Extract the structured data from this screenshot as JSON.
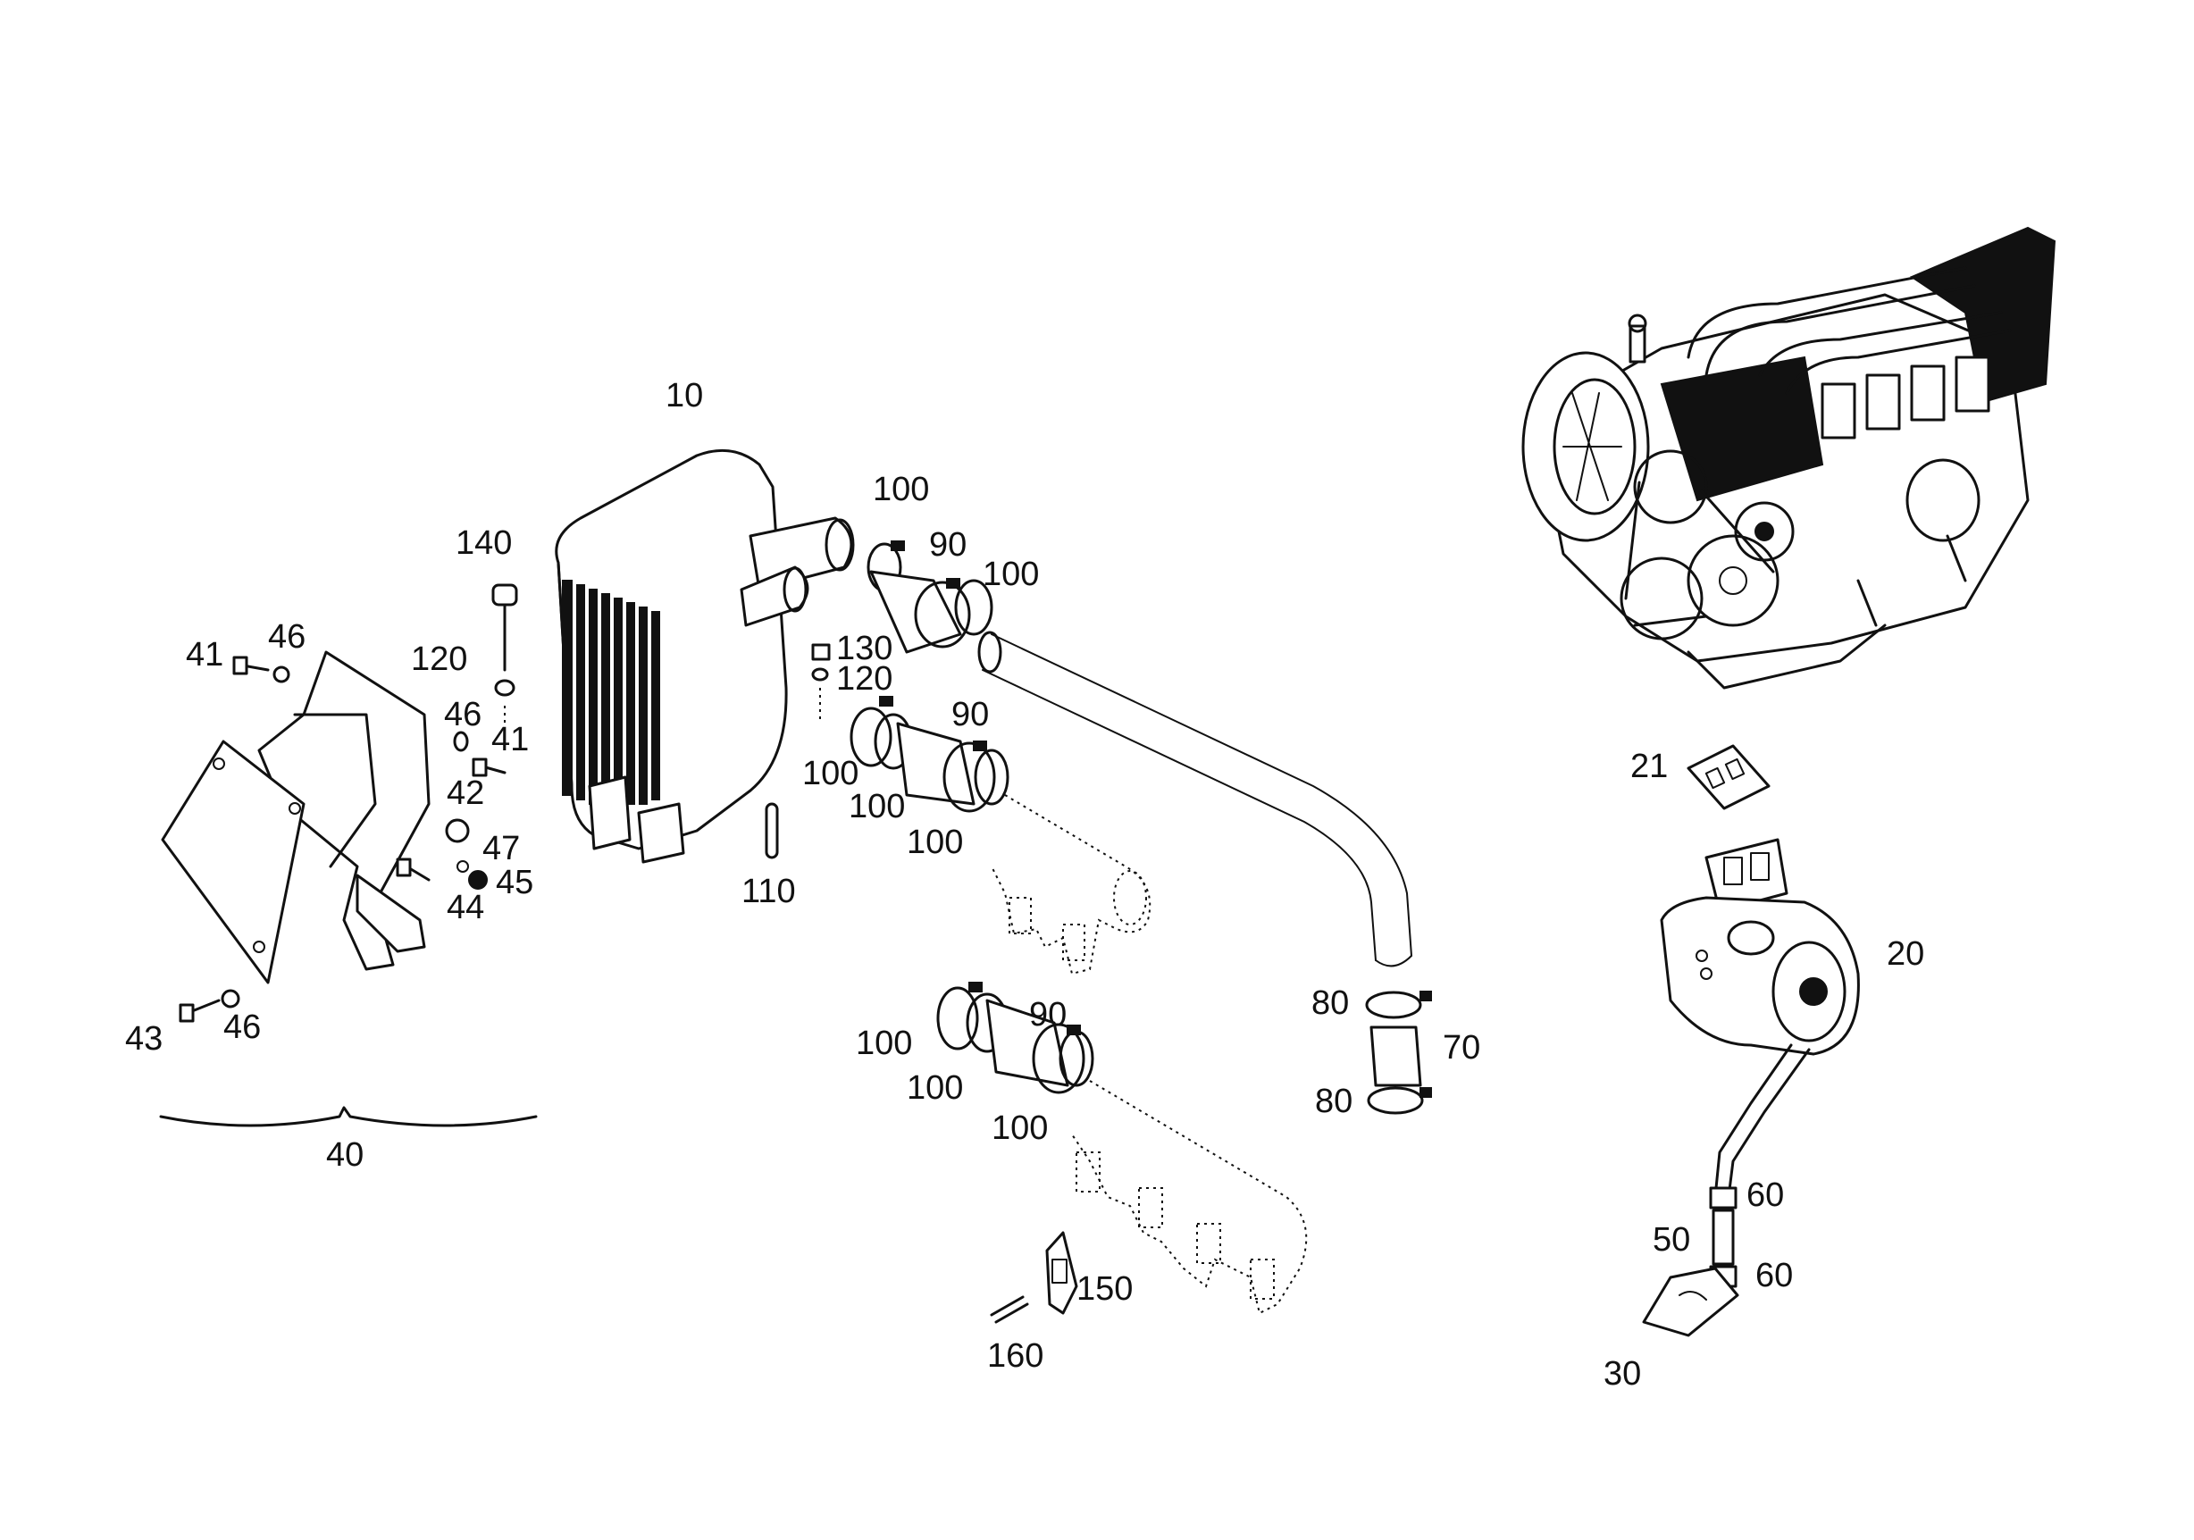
{
  "callouts": {
    "c10": "10",
    "c20": "20",
    "c21": "21",
    "c30": "30",
    "c40": "40",
    "c41a": "41",
    "c41b": "41",
    "c42": "42",
    "c43": "43",
    "c44": "44",
    "c45": "45",
    "c46a": "46",
    "c46b": "46",
    "c46c": "46",
    "c47": "47",
    "c50": "50",
    "c60a": "60",
    "c60b": "60",
    "c70": "70",
    "c80a": "80",
    "c80b": "80",
    "c90a": "90",
    "c90b": "90",
    "c90c": "90",
    "c100a": "100",
    "c100b": "100",
    "c100c": "100",
    "c100d": "100",
    "c100e": "100",
    "c100f": "100",
    "c100g": "100",
    "c100h": "100",
    "c110": "110",
    "c120a": "120",
    "c120b": "120",
    "c130": "130",
    "c140": "140",
    "c150": "150",
    "c160": "160"
  }
}
